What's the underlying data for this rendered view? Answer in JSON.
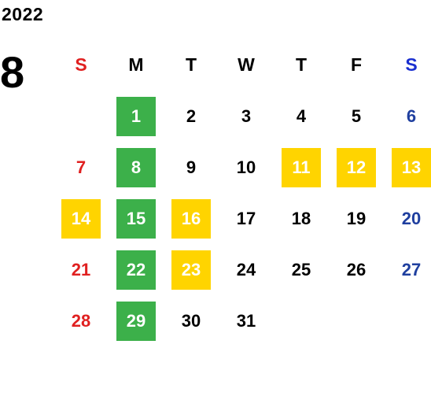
{
  "year": "2022",
  "month": "8",
  "weekdays": [
    "S",
    "M",
    "T",
    "W",
    "T",
    "F",
    "S"
  ],
  "weeks": [
    [
      "",
      "1",
      "2",
      "3",
      "4",
      "5",
      "6"
    ],
    [
      "7",
      "8",
      "9",
      "10",
      "11",
      "12",
      "13"
    ],
    [
      "14",
      "15",
      "16",
      "17",
      "18",
      "19",
      "20"
    ],
    [
      "21",
      "22",
      "23",
      "24",
      "25",
      "26",
      "27"
    ],
    [
      "28",
      "29",
      "30",
      "31",
      "",
      "",
      ""
    ]
  ],
  "colors": {
    "sunday": "#e02020",
    "saturday": "#1f3f9f",
    "green_highlight": "#3cb04a",
    "yellow_highlight": "#ffd400"
  },
  "green_days": [
    "1",
    "8",
    "15",
    "22",
    "29"
  ],
  "yellow_days": [
    "11",
    "12",
    "13",
    "14",
    "16",
    "23"
  ]
}
